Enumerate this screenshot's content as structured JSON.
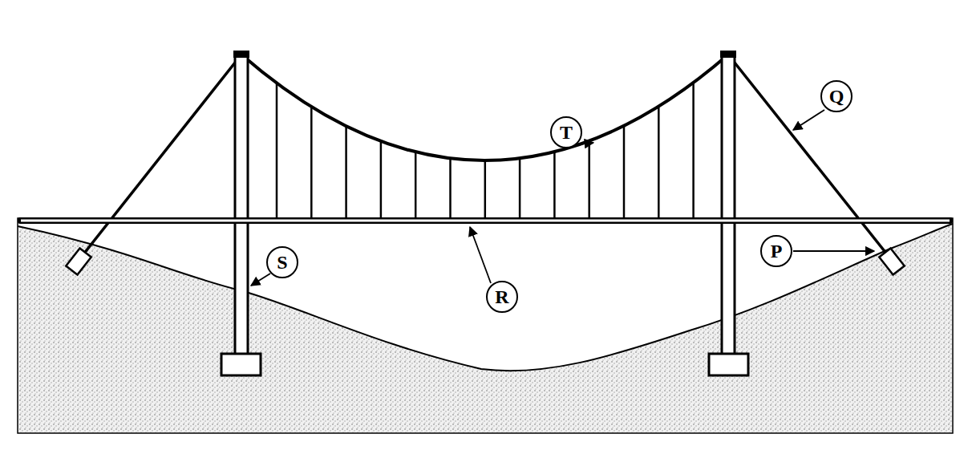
{
  "diagram": {
    "nodes": [
      {
        "text": [
          "T"
        ]
      },
      {
        "text": [
          "Q"
        ]
      },
      {
        "text": [
          "S"
        ]
      },
      {
        "text": [
          "P"
        ]
      },
      {
        "text": [
          "R"
        ]
      }
    ]
  }
}
